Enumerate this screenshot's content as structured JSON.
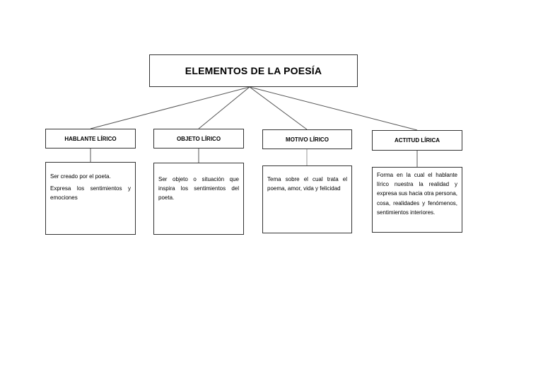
{
  "diagram": {
    "title": "ELEMENTOS DE LA POESÍA",
    "nodes": [
      {
        "label": "HABLANTE LÍRICO",
        "description": [
          "Ser creado  por el poeta.",
          "Expresa los sentimientos y emociones"
        ]
      },
      {
        "label": "OBJETO LÍRICO",
        "description": [
          "Ser objeto o situación que inspira los sentimientos del poeta."
        ]
      },
      {
        "label": "MOTIVO LÍRICO",
        "description": [
          "Tema sobre el cual trata el poema, amor, vida y felicidad"
        ]
      },
      {
        "label": "ACTITUD LÍRICA",
        "description": [
          "Forma en la cual el hablante lírico nuestra la realidad y expresa sus hacia otra persona, cosa, realidades y fenómenos, sentimientos interiores."
        ]
      }
    ]
  }
}
